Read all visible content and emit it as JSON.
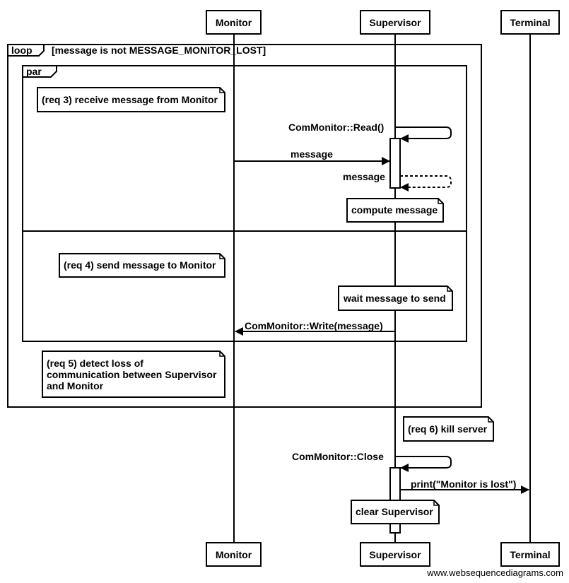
{
  "participants": {
    "monitor": "Monitor",
    "supervisor": "Supervisor",
    "terminal": "Terminal"
  },
  "loop": {
    "tag": "loop",
    "condition": "[message is not MESSAGE_MONITOR_LOST]"
  },
  "par": {
    "tag": "par"
  },
  "notes": {
    "req3": "(req 3) receive message from Monitor",
    "compute": "compute message",
    "req4": "(req 4) send message to Monitor",
    "wait": "wait message to send",
    "req5_line1": "(req 5) detect loss of",
    "req5_line2": "communication between Supervisor",
    "req5_line3": "and Monitor",
    "req6": "(req 6) kill server",
    "clear": "clear Supervisor"
  },
  "messages": {
    "read": "ComMonitor::Read()",
    "message_in": "message",
    "message_ret": "message",
    "write": "ComMonitor::Write(message)",
    "close": "ComMonitor::Close",
    "print": "print(\"Monitor is lost\")"
  },
  "watermark": "www.websequencediagrams.com"
}
